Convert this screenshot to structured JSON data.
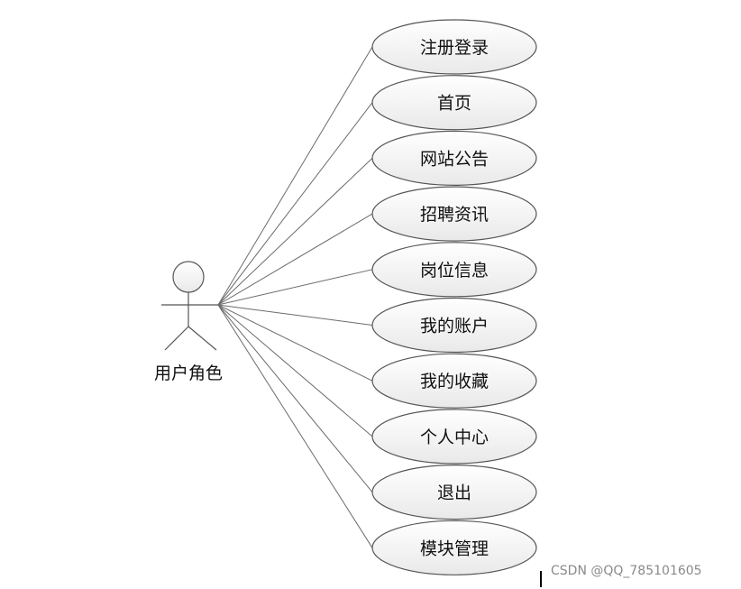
{
  "actor": {
    "label": "用户角色"
  },
  "use_cases": [
    {
      "label": "注册登录"
    },
    {
      "label": "首页"
    },
    {
      "label": "网站公告"
    },
    {
      "label": "招聘资讯"
    },
    {
      "label": "岗位信息"
    },
    {
      "label": "我的账户"
    },
    {
      "label": "我的收藏"
    },
    {
      "label": "个人中心"
    },
    {
      "label": "退出"
    },
    {
      "label": "模块管理"
    }
  ],
  "watermark": {
    "text": "CSDN @QQ_785101605"
  },
  "colors": {
    "stroke": "#6b6b6b",
    "ellipse_fill_top": "#ffffff",
    "ellipse_fill_bottom": "#ececec",
    "text": "#111111"
  }
}
